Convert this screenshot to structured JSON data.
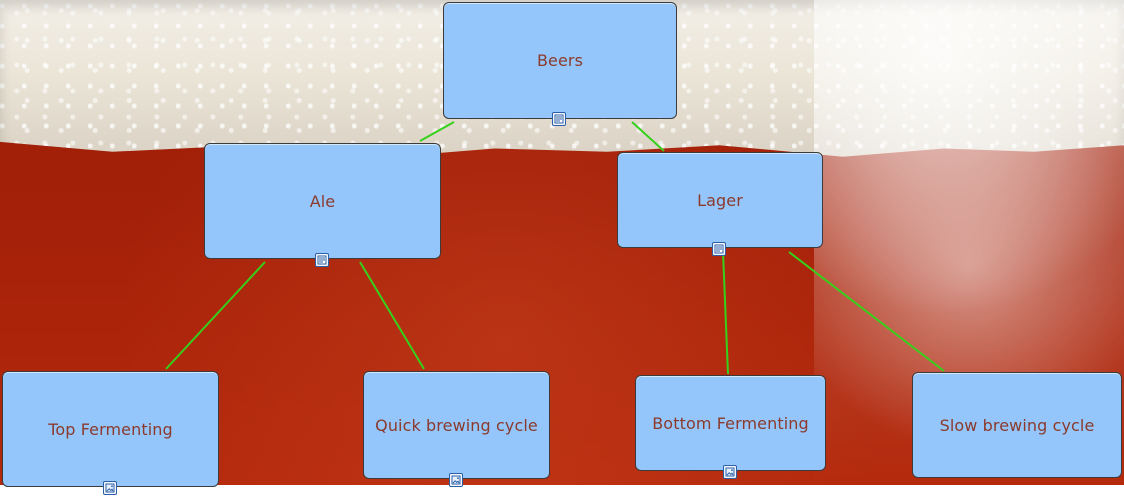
{
  "diagram": {
    "nodes": [
      {
        "id": "beers",
        "label": "Beers"
      },
      {
        "id": "ale",
        "label": "Ale"
      },
      {
        "id": "lager",
        "label": "Lager"
      },
      {
        "id": "top_fermenting",
        "label": "Top Fermenting"
      },
      {
        "id": "quick_brewing_cycle",
        "label": "Quick brewing cycle"
      },
      {
        "id": "bottom_fermenting",
        "label": "Bottom Fermenting"
      },
      {
        "id": "slow_brewing_cycle",
        "label": "Slow brewing cycle"
      }
    ],
    "edges": [
      {
        "from": "beers",
        "to": "ale"
      },
      {
        "from": "beers",
        "to": "lager"
      },
      {
        "from": "ale",
        "to": "top_fermenting"
      },
      {
        "from": "ale",
        "to": "quick_brewing_cycle"
      },
      {
        "from": "lager",
        "to": "bottom_fermenting"
      },
      {
        "from": "lager",
        "to": "slow_brewing_cycle"
      }
    ],
    "icons": {
      "note": "note-icon",
      "image": "image-icon"
    }
  },
  "colors": {
    "node_fill": "#94c6fb",
    "node_border": "#3b3b3b",
    "node_text": "#8b3a2c",
    "edge": "#35d11b",
    "badge_border": "#2b5fa8"
  }
}
